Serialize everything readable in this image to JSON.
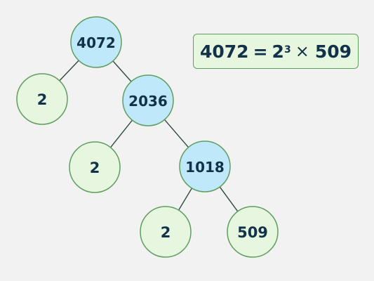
{
  "colors": {
    "composite_fill": "#bfe9fb",
    "prime_fill": "#e6f6df",
    "circle_stroke": "#5f9e5f",
    "text": "#12324a",
    "edge": "#2f4a3f"
  },
  "tree": {
    "nodes": [
      {
        "id": "n4072",
        "label": "4072",
        "kind": "composite"
      },
      {
        "id": "n2a",
        "label": "2",
        "kind": "prime"
      },
      {
        "id": "n2036",
        "label": "2036",
        "kind": "composite"
      },
      {
        "id": "n2b",
        "label": "2",
        "kind": "prime"
      },
      {
        "id": "n1018",
        "label": "1018",
        "kind": "composite"
      },
      {
        "id": "n2c",
        "label": "2",
        "kind": "prime"
      },
      {
        "id": "n509",
        "label": "509",
        "kind": "prime"
      }
    ],
    "edges": [
      [
        "n4072",
        "n2a"
      ],
      [
        "n4072",
        "n2036"
      ],
      [
        "n2036",
        "n2b"
      ],
      [
        "n2036",
        "n1018"
      ],
      [
        "n1018",
        "n2c"
      ],
      [
        "n1018",
        "n509"
      ]
    ]
  },
  "result": {
    "lhs": "4072",
    "equals": "=",
    "base": "2",
    "exponent": "3",
    "times": "×",
    "rhs": "509"
  }
}
